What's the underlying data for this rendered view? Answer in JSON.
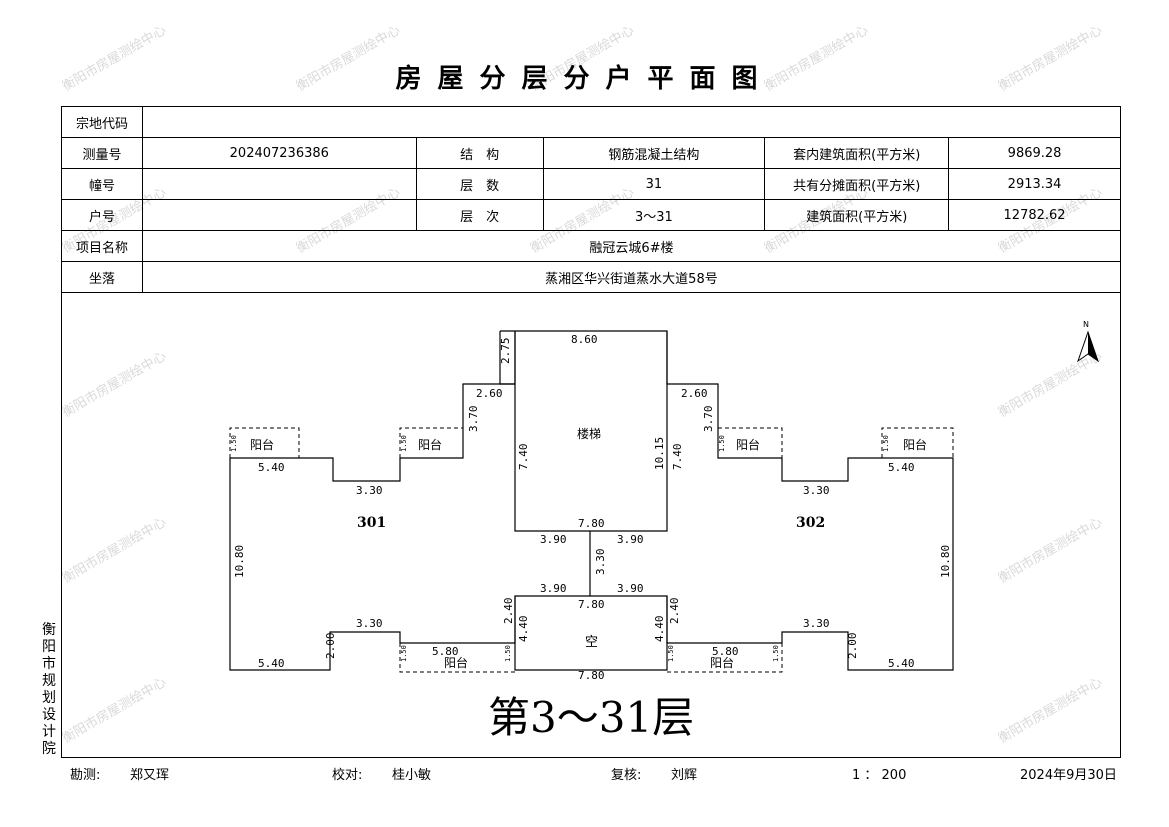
{
  "watermark": "衡阳市房屋测绘中心",
  "title": "房屋分层分户平面图",
  "info": {
    "zongdi_label": "宗地代码",
    "zongdi_value": "",
    "celiang_label": "测量号",
    "celiang_value": "202407236386",
    "jiegou_label": "结　构",
    "jiegou_value": "钢筋混凝土结构",
    "taonei_label": "套内建筑面积(平方米)",
    "taonei_value": "9869.28",
    "zhuang_label": "幢号",
    "zhuang_value": "",
    "censhu_label": "层　数",
    "censhu_value": "31",
    "gongyou_label": "共有分摊面积(平方米)",
    "gongyou_value": "2913.34",
    "huhao_label": "户号",
    "huhao_value": "",
    "cenci_label": "层　次",
    "cenci_value": "3～31",
    "jianzhu_label": "建筑面积(平方米)",
    "jianzhu_value": "12782.62",
    "xiangmu_label": "项目名称",
    "xiangmu_value": "融冠云城6#楼",
    "zuoluo_label": "坐落",
    "zuoluo_value": "蒸湘区华兴街道蒸水大道58号"
  },
  "plan": {
    "floor_label": "第3～31层",
    "unit_left": "301",
    "unit_right": "302",
    "stair": "楼梯",
    "void": "空",
    "balcony": "阳台",
    "north": "N",
    "dims": {
      "d860": "8.60",
      "d275": "2.75",
      "d260": "2.60",
      "d370": "3.70",
      "d740": "7.40",
      "d1015": "10.15",
      "d540": "5.40",
      "d330": "3.30",
      "d1080": "10.80",
      "d780": "7.80",
      "d390": "3.90",
      "d200": "2.00",
      "d440": "4.40",
      "d240": "2.40",
      "d580": "5.80",
      "d150": "1.50"
    }
  },
  "side_label": "衡阳市规划设计院",
  "footer": {
    "kance_label": "勘测:",
    "kance_name": "郑又珲",
    "jiaodui_label": "校对:",
    "jiaodui_name": "桂小敏",
    "fuhe_label": "复核:",
    "fuhe_name": "刘辉",
    "scale": "1 ： 200",
    "date": "2024年9月30日"
  }
}
